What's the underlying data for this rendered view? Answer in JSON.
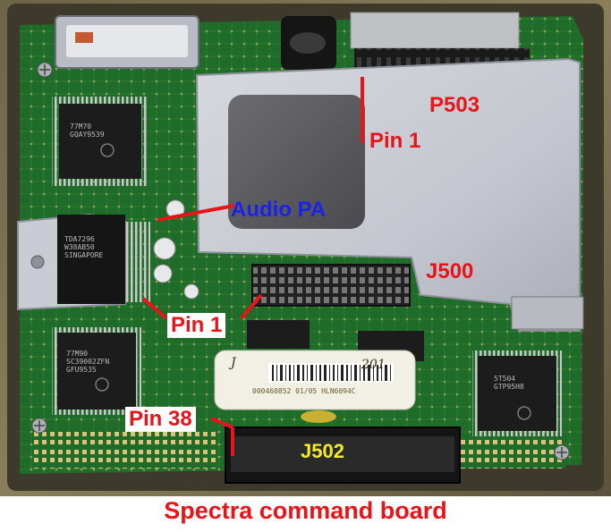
{
  "labels": {
    "p503": "P503",
    "pin1_top": "Pin 1",
    "audio_pa": "Audio PA",
    "j500": "J500",
    "pin1_bottom": "Pin 1",
    "pin38": "Pin 38",
    "j502": "J502"
  },
  "caption": "Spectra command board",
  "chips": {
    "u1": "77M70\nGQAY9539",
    "u2": "TDA7296\nW38AB50\nSINGAPORE",
    "u3": "77M90\nSC39002ZFN\nGFU9535",
    "u4": "5T504\nGTP95H8"
  },
  "sticker": {
    "barcode_text": "000460852 01/05 HLN6094C",
    "handwritten": "201",
    "mark": "J"
  },
  "colors": {
    "annotation_red": "#e8141a",
    "annotation_blue": "#1a22e6",
    "annotation_yellow": "#f3ea2c",
    "pcb_green": "#1f6b2a",
    "shield_silver": "#c9ccd3"
  }
}
